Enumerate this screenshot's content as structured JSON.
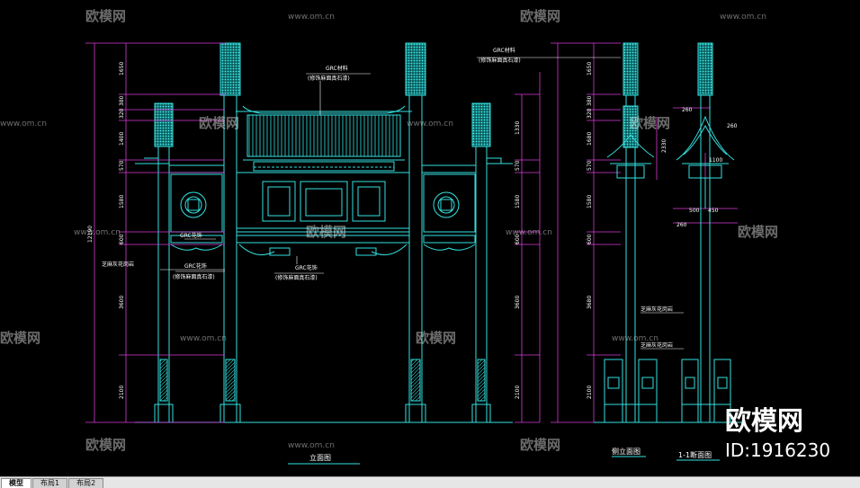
{
  "drawing": {
    "elevation_title": "立面图",
    "side_title": "侧立面图",
    "section_title": "1-1断面图",
    "callouts": {
      "grc_top": "GRC材料",
      "grc_top_sub": "(修饰麻面真石漆)",
      "grc_side": "GRC材料",
      "grc_side_sub": "(修饰麻面真石漆)",
      "grc_flower_left": "GRC花饰",
      "grc_left_mid": "GRC花饰",
      "grc_left_mid_sub": "(修饰麻面真石漆)",
      "grc_center": "GRC花饰",
      "grc_center_sub": "(修饰麻面真石漆)",
      "left_pillar_note": "芝麻灰花岗岩",
      "side_note_1": "芝麻灰花岗岩",
      "side_note_2": "芝麻灰花岗岩"
    },
    "dims_left": [
      "1650",
      "380",
      "320",
      "1400",
      "570",
      "1580",
      "600",
      "3600",
      "2100"
    ],
    "dim_total": "12190",
    "dims_mid": [
      "1330",
      "570",
      "1580",
      "600",
      "3600",
      "2100"
    ],
    "dims_side": [
      "1650",
      "380",
      "320",
      "1680",
      "570",
      "1580",
      "600",
      "3680",
      "2100"
    ],
    "dims_section": [
      "260",
      "2330",
      "260",
      "1100",
      "500",
      "450",
      "260"
    ]
  },
  "watermark": {
    "brand": "欧模网",
    "url": "www.om.cn",
    "id_label": "ID:1916230"
  },
  "tabs": [
    "模型",
    "布局1",
    "布局2"
  ],
  "colors": {
    "background": "#000000",
    "line": "#33e0e0",
    "dim": "#d83ad8",
    "text": "#ffffff"
  }
}
